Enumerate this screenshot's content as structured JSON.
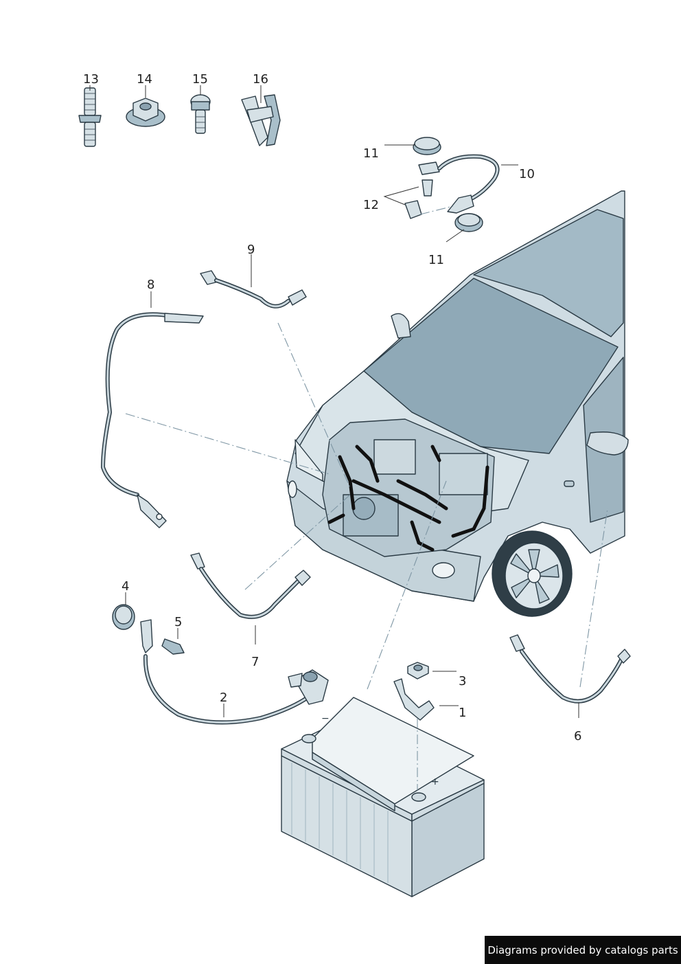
{
  "callouts": {
    "c1": "1",
    "c2": "2",
    "c3": "3",
    "c4": "4",
    "c5": "5",
    "c6": "6",
    "c7": "7",
    "c8": "8",
    "c9": "9",
    "c10": "10",
    "c11a": "11",
    "c11b": "11",
    "c12": "12",
    "c13": "13",
    "c14": "14",
    "c15": "15",
    "c16": "16"
  },
  "footer": {
    "text": "Diagrams provided by catalogs parts"
  },
  "colors": {
    "part_fill": "#d6e1e6",
    "part_shade": "#a9bfca",
    "outline": "#2a3a44",
    "car_body": "#cfdce3",
    "car_glass": "#8fa9b7",
    "engine": "#b7c8d1",
    "leader": "#7e96a4",
    "banner": "#0b0b0b"
  },
  "icons": {
    "car": "car-front-quarter-icon",
    "battery": "car-battery-icon",
    "stud": "threaded-stud-icon",
    "nut": "flange-nut-icon",
    "bolt": "hex-bolt-icon",
    "clip": "cable-clip-icon"
  }
}
